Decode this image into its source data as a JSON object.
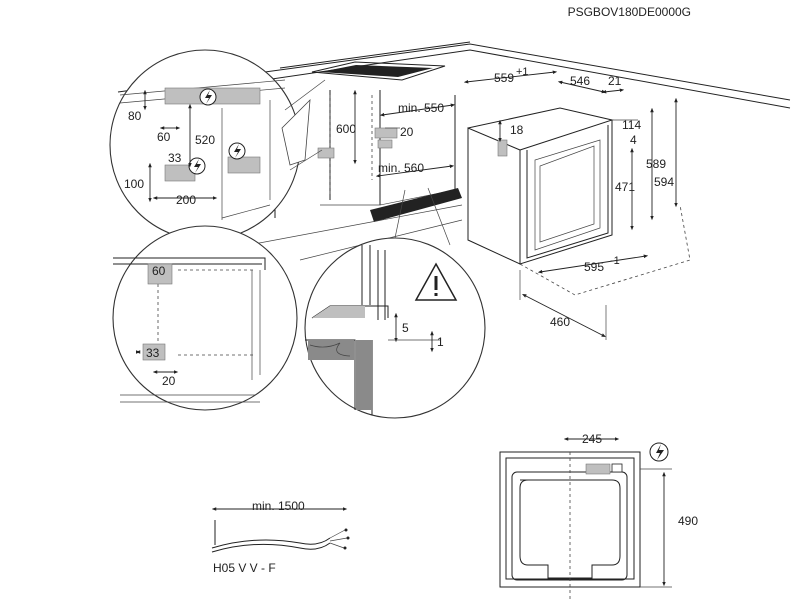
{
  "model_code": "PSGBOV180DE0000G",
  "dimensions": {
    "oven_width": "559",
    "oven_width_sup": "+1",
    "depth_total": "546",
    "front_depth": "21",
    "top_gap": "114",
    "top_small": "4",
    "top_front": "18",
    "cavity_height": "471",
    "body_height": "589",
    "total_height": "594",
    "front_width": "595",
    "front_width_sup": "-1",
    "door_depth": "460",
    "niche_width": "min. 550",
    "niche_height": "600",
    "niche_gap": "20",
    "niche_depth": "min. 560"
  },
  "detail_top_left": {
    "d80": "80",
    "d60": "60",
    "d520": "520",
    "d33": "33",
    "d100": "100",
    "d200": "200"
  },
  "detail_bottom_left": {
    "d60": "60",
    "d33": "33",
    "d20": "20"
  },
  "detail_center": {
    "d5": "5",
    "d1": "1"
  },
  "cable": {
    "length_label": "min. 1500",
    "cable_type": "H05 V V - F"
  },
  "rear_view": {
    "d245": "245",
    "d490": "490"
  },
  "icons": [
    "lightning-icon",
    "warning-triangle-icon"
  ]
}
